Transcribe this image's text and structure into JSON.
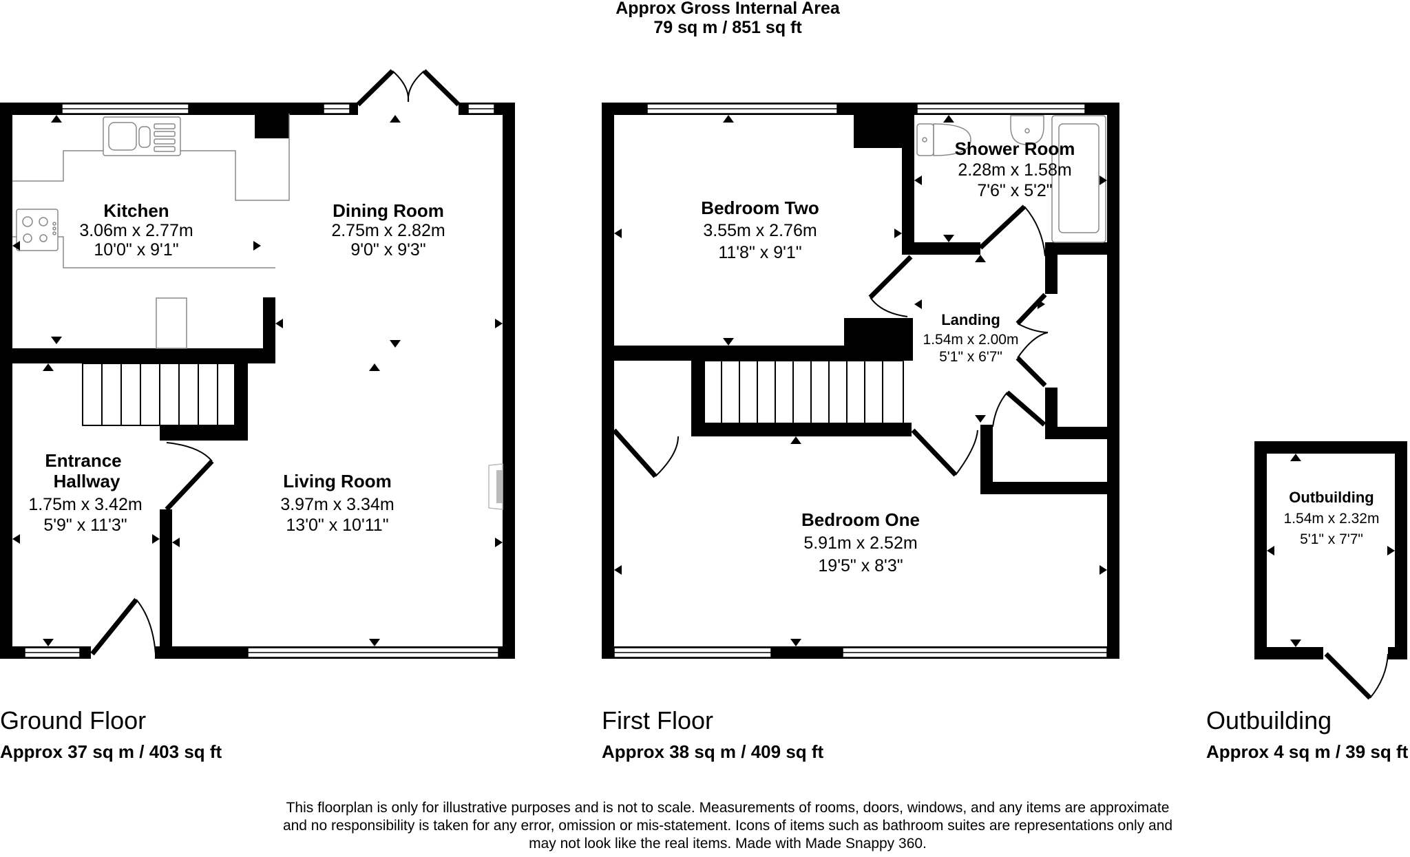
{
  "header": {
    "title": "Approx Gross Internal Area",
    "total_area": "79 sq m / 851 sq ft"
  },
  "floors": [
    {
      "name": "Ground Floor",
      "area": "Approx 37 sq m / 403 sq ft",
      "rooms": [
        {
          "name": "Kitchen",
          "metric": "3.06m x 2.77m",
          "imperial": "10'0\" x 9'1\""
        },
        {
          "name": "Dining Room",
          "metric": "2.75m x 2.82m",
          "imperial": "9'0\" x 9'3\""
        },
        {
          "name_line1": "Entrance",
          "name_line2": "Hallway",
          "metric": "1.75m x 3.42m",
          "imperial": "5'9\" x 11'3\""
        },
        {
          "name": "Living Room",
          "metric": "3.97m x 3.34m",
          "imperial": "13'0\" x 10'11\""
        }
      ]
    },
    {
      "name": "First Floor",
      "area": "Approx 38 sq m / 409 sq ft",
      "rooms": [
        {
          "name": "Bedroom Two",
          "metric": "3.55m x 2.76m",
          "imperial": "11'8\" x 9'1\""
        },
        {
          "name": "Shower Room",
          "metric": "2.28m x 1.58m",
          "imperial": "7'6\" x 5'2\""
        },
        {
          "name": "Landing",
          "metric": "1.54m x 2.00m",
          "imperial": "5'1\" x 6'7\""
        },
        {
          "name": "Bedroom One",
          "metric": "5.91m x 2.52m",
          "imperial": "19'5\" x 8'3\""
        }
      ]
    },
    {
      "name": "Outbuilding",
      "area": "Approx 4 sq m / 39 sq ft",
      "rooms": [
        {
          "name": "Outbuilding",
          "metric": "1.54m x 2.32m",
          "imperial": "5'1\" x 7'7\""
        }
      ]
    }
  ],
  "disclaimer": {
    "line1": "This floorplan is only for illustrative purposes and is not to scale. Measurements of rooms, doors, windows, and any items are approximate",
    "line2": "and no responsibility is taken for any error, omission or mis-statement. Icons of items such as bathroom suites are representations only and",
    "line3": "may not look like the real items. Made with Made Snappy 360."
  },
  "icons": {
    "dimension_marker": "triangle-arrow",
    "sink": "kitchen-sink",
    "hob": "cooker-hob",
    "toilet": "toilet",
    "basin": "wash-basin",
    "bath": "shower-bath",
    "fireplace": "fireplace"
  }
}
